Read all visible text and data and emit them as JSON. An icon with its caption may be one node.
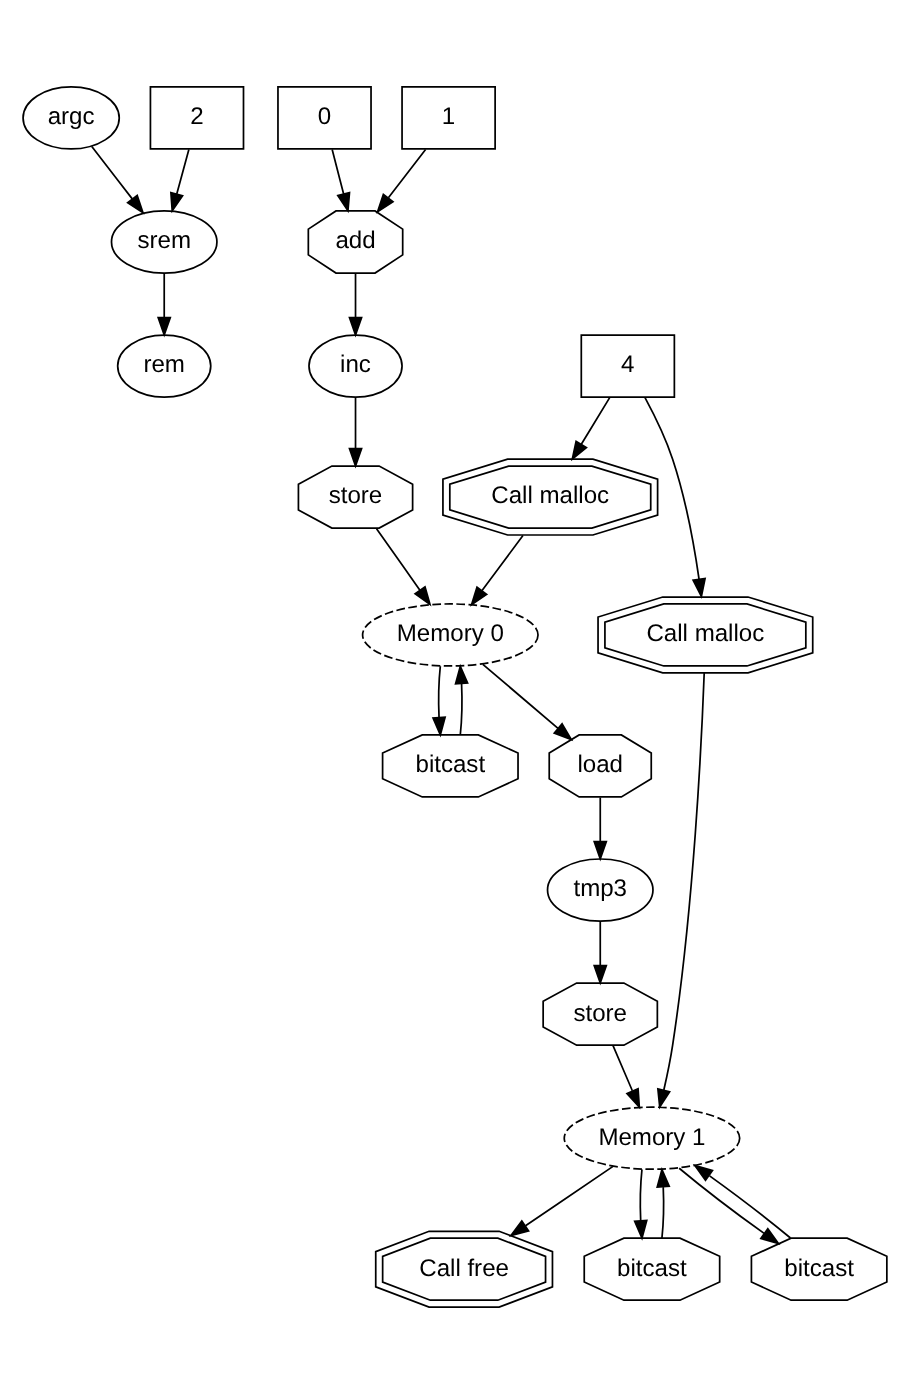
{
  "diagram": {
    "nodes": [
      {
        "text": [
          "argc"
        ]
      },
      {
        "text": [
          "2"
        ]
      },
      {
        "text": [
          "0"
        ]
      },
      {
        "text": [
          "1"
        ]
      },
      {
        "text": [
          "srem"
        ]
      },
      {
        "text": [
          "add"
        ]
      },
      {
        "text": [
          "rem"
        ]
      },
      {
        "text": [
          "inc"
        ]
      },
      {
        "text": [
          "store"
        ]
      },
      {
        "text": [
          "bitcast"
        ]
      },
      {
        "text": [
          "Call malloc"
        ]
      },
      {
        "text": [
          "4"
        ]
      },
      {
        "text": [
          "Memory 0"
        ]
      },
      {
        "text": [
          "Call malloc"
        ]
      },
      {
        "text": [
          "load"
        ]
      },
      {
        "text": [
          "tmp3"
        ]
      },
      {
        "text": [
          "store"
        ]
      },
      {
        "text": [
          "Memory 1"
        ]
      },
      {
        "text": [
          "Call free"
        ]
      },
      {
        "text": [
          "bitcast"
        ]
      },
      {
        "text": [
          "bitcast"
        ]
      }
    ],
    "edges": [
      {
        "from": 0,
        "to": 4,
        "arrow": "to"
      },
      {
        "from": 1,
        "to": 4,
        "arrow": "to"
      },
      {
        "from": 2,
        "to": 5,
        "arrow": "to"
      },
      {
        "from": 3,
        "to": 5,
        "arrow": "to"
      },
      {
        "from": 4,
        "to": 6,
        "arrow": "to"
      },
      {
        "from": 5,
        "to": 7,
        "arrow": "to"
      },
      {
        "from": 7,
        "to": 8,
        "arrow": "to"
      },
      {
        "from": 8,
        "to": 12,
        "arrow": "to"
      },
      {
        "from": 12,
        "to": 9,
        "arrow": "to"
      },
      {
        "from": 9,
        "to": 12,
        "arrow": "to"
      },
      {
        "from": 11,
        "to": 10,
        "arrow": "to"
      },
      {
        "from": 10,
        "to": 12,
        "arrow": "to"
      },
      {
        "from": 11,
        "to": 13,
        "arrow": "to"
      },
      {
        "from": 12,
        "to": 14,
        "arrow": "to"
      },
      {
        "from": 14,
        "to": 15,
        "arrow": "to"
      },
      {
        "from": 15,
        "to": 16,
        "arrow": "to"
      },
      {
        "from": 16,
        "to": 17,
        "arrow": "to"
      },
      {
        "from": 13,
        "to": 17,
        "arrow": "to"
      },
      {
        "from": 17,
        "to": 19,
        "arrow": "to"
      },
      {
        "from": 19,
        "to": 17,
        "arrow": "to"
      },
      {
        "from": 17,
        "to": 20,
        "arrow": "to"
      },
      {
        "from": 20,
        "to": 17,
        "arrow": "to"
      },
      {
        "from": 17,
        "to": 18,
        "arrow": "to"
      }
    ]
  }
}
